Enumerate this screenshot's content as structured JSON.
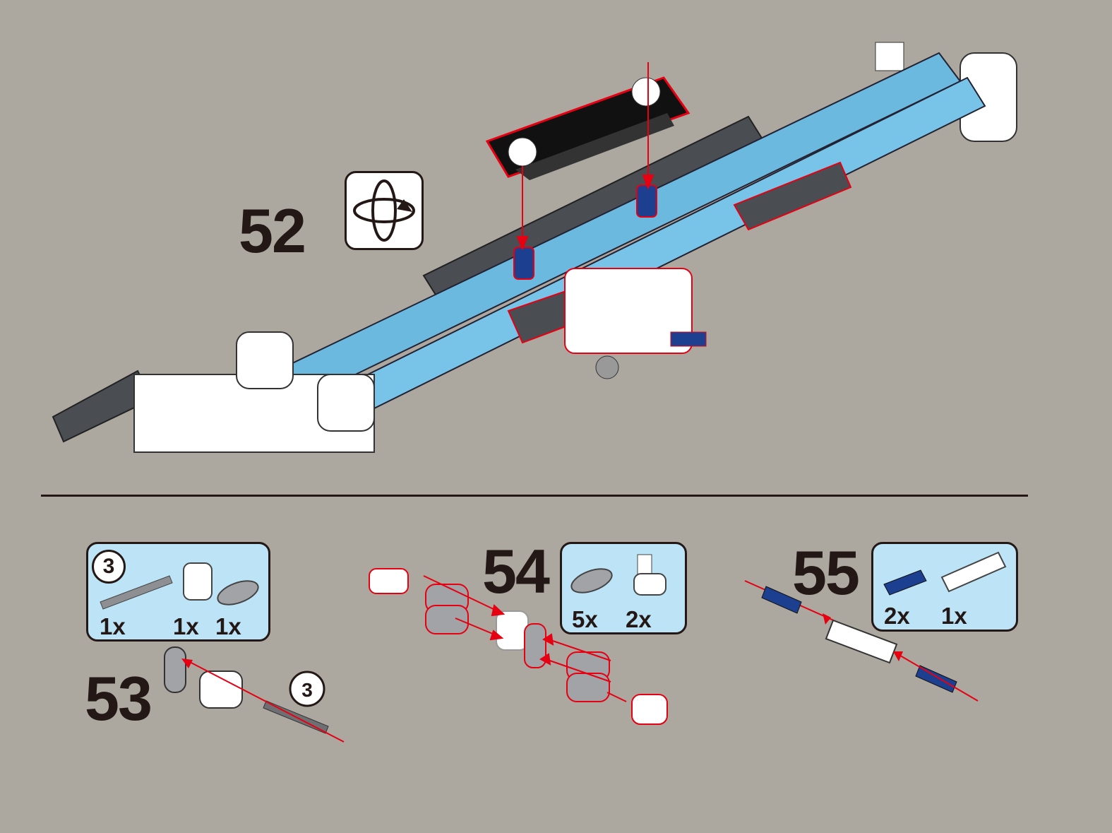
{
  "steps": [
    {
      "number": "52",
      "icon": "rotate-model-icon"
    },
    {
      "number": "53",
      "parts": [
        {
          "name": "axle",
          "length_badge": "3",
          "qty": "1x"
        },
        {
          "name": "cross-block",
          "qty": "1x"
        },
        {
          "name": "liftarm-2",
          "qty": "1x"
        }
      ],
      "callout_badge": "3"
    },
    {
      "number": "54",
      "parts": [
        {
          "name": "liftarm-2",
          "qty": "5x"
        },
        {
          "name": "axle-pin-connector",
          "qty": "2x"
        }
      ]
    },
    {
      "number": "55",
      "parts": [
        {
          "name": "blue-axle-pin",
          "qty": "2x"
        },
        {
          "name": "axle-connector",
          "qty": "1x"
        }
      ]
    }
  ],
  "colors": {
    "background": "#aca79f",
    "parts_box": "#bde3f6",
    "arrow": "#e60012",
    "beam_blue": "#6cb9e0",
    "beam_dark": "#4a4d52",
    "text": "#231815"
  }
}
